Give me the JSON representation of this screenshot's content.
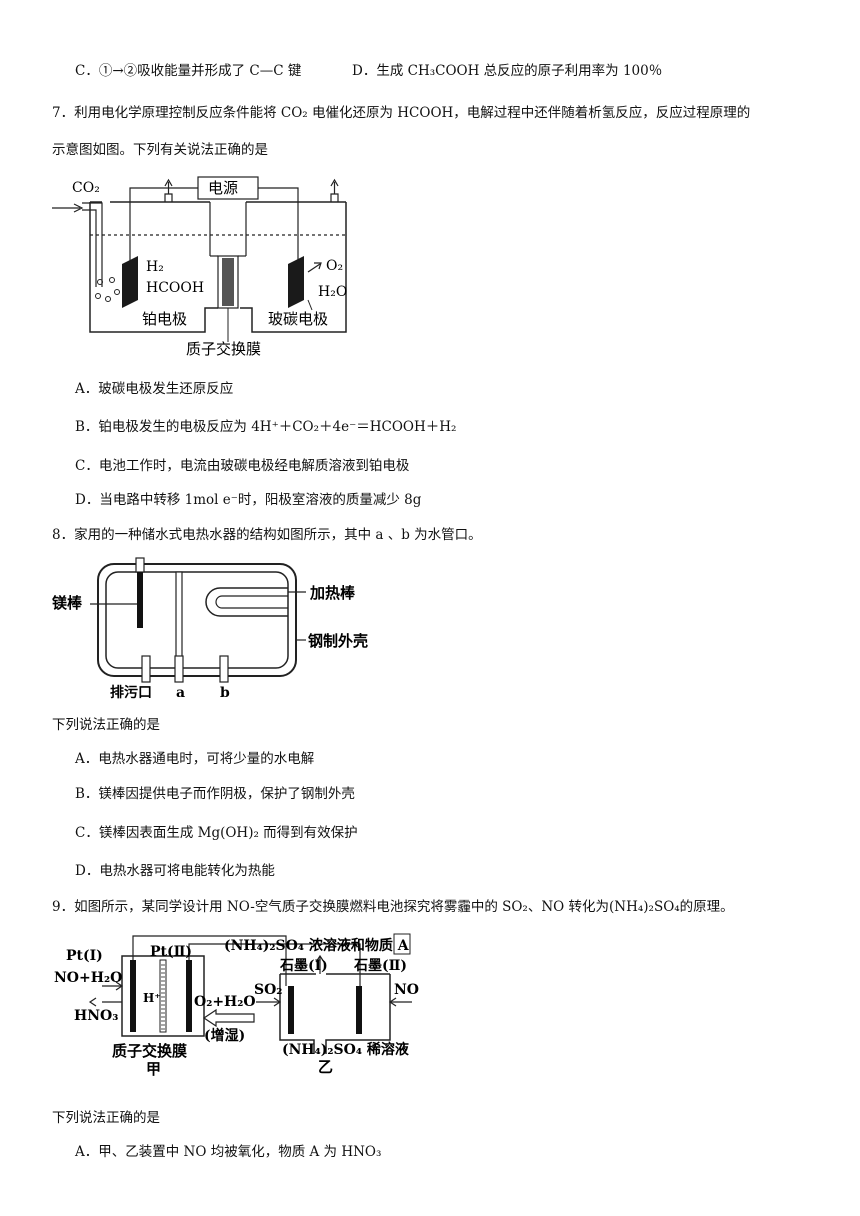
{
  "q6": {
    "optC": "C．①→②吸收能量并形成了 C—C 键",
    "optD": "D．生成 CH₃COOH 总反应的原子利用率为 100％"
  },
  "q7": {
    "stem1": "7．利用电化学原理控制反应条件能将 CO₂ 电催化还原为 HCOOH，电解过程中还伴随着析氢反应，反应过程原理的",
    "stem2": "示意图如图。下列有关说法正确的是",
    "figure": {
      "co2": "CO₂",
      "power": "电源",
      "h2": "H₂",
      "hcooh": "HCOOH",
      "o2": "O₂",
      "h2o": "H₂O",
      "pt_electrode": "铂电极",
      "gc_electrode": "玻碳电极",
      "membrane": "质子交换膜"
    },
    "optA": "A．玻碳电极发生还原反应",
    "optB": "B．铂电极发生的电极反应为 4H⁺＋CO₂＋4e⁻＝HCOOH＋H₂",
    "optC": "C．电池工作时，电流由玻碳电极经电解质溶液到铂电极",
    "optD": "D．当电路中转移 1mol e⁻时，阳极室溶液的质量减少 8g"
  },
  "q8": {
    "stem": "8．家用的一种储水式电热水器的结构如图所示，其中 a 、b 为水管口。",
    "figure": {
      "mg_rod": "镁棒",
      "heater": "加热棒",
      "shell": "钢制外壳",
      "drain": "排污口",
      "a": "a",
      "b": "b"
    },
    "ask": "下列说法正确的是",
    "optA": "A．电热水器通电时，可将少量的水电解",
    "optB": "B．镁棒因提供电子而作阴极，保护了钢制外壳",
    "optC": "C．镁棒因表面生成 Mg(OH)₂ 而得到有效保护",
    "optD": "D．电热水器可将电能转化为热能"
  },
  "q9": {
    "stem": "9．如图所示，某同学设计用 NO-空气质子交换膜燃料电池探究将雾霾中的 SO₂、NO 转化为(NH₄)₂SO₄的原理。",
    "figure": {
      "pt1": "Pt(Ⅰ)",
      "pt2": "Pt(Ⅱ)",
      "no_h2o": "NO+H₂O",
      "hno3": "HNO₃",
      "hplus": "H⁺",
      "o2_h2o": "O₂+H₂O",
      "humid": "(增湿)",
      "membrane": "质子交换膜",
      "jia": "甲",
      "top_label": "(NH₄)₂SO₄ 浓溶液和物质 A",
      "graphite1": "石墨(Ⅰ)",
      "graphite2": "石墨(Ⅱ)",
      "so2": "SO₂",
      "no": "NO",
      "dilute": "(NH₄)₂SO₄ 稀溶液",
      "yi": "乙"
    },
    "ask": "下列说法正确的是",
    "optA": "A．甲、乙装置中 NO 均被氧化，物质 A 为 HNO₃"
  }
}
